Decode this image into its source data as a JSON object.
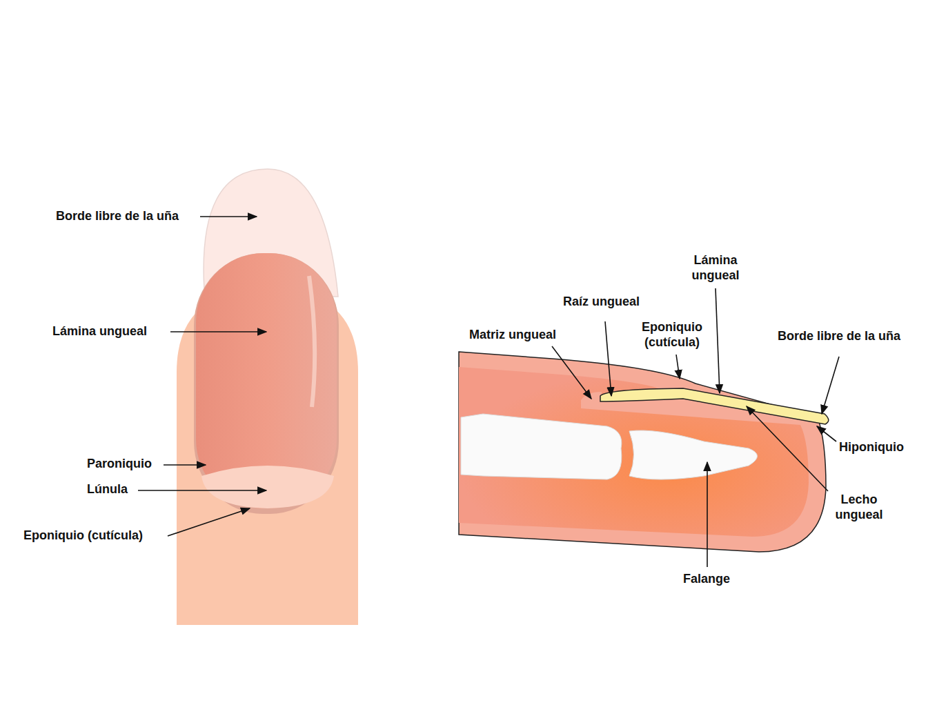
{
  "diagram": {
    "labels": [
      "Borde libre de la uña",
      "Lámina ungueal",
      "Paroniquio",
      "Lúnula",
      "Eponiquio (cutícula)",
      "Lámina ungueal",
      "Raíz ungueal",
      "Eponiquio (cutícula)",
      "Matriz ungueal",
      "Borde libre de la uña",
      "Hiponiquio",
      "Lecho ungueal",
      "Falange"
    ]
  }
}
